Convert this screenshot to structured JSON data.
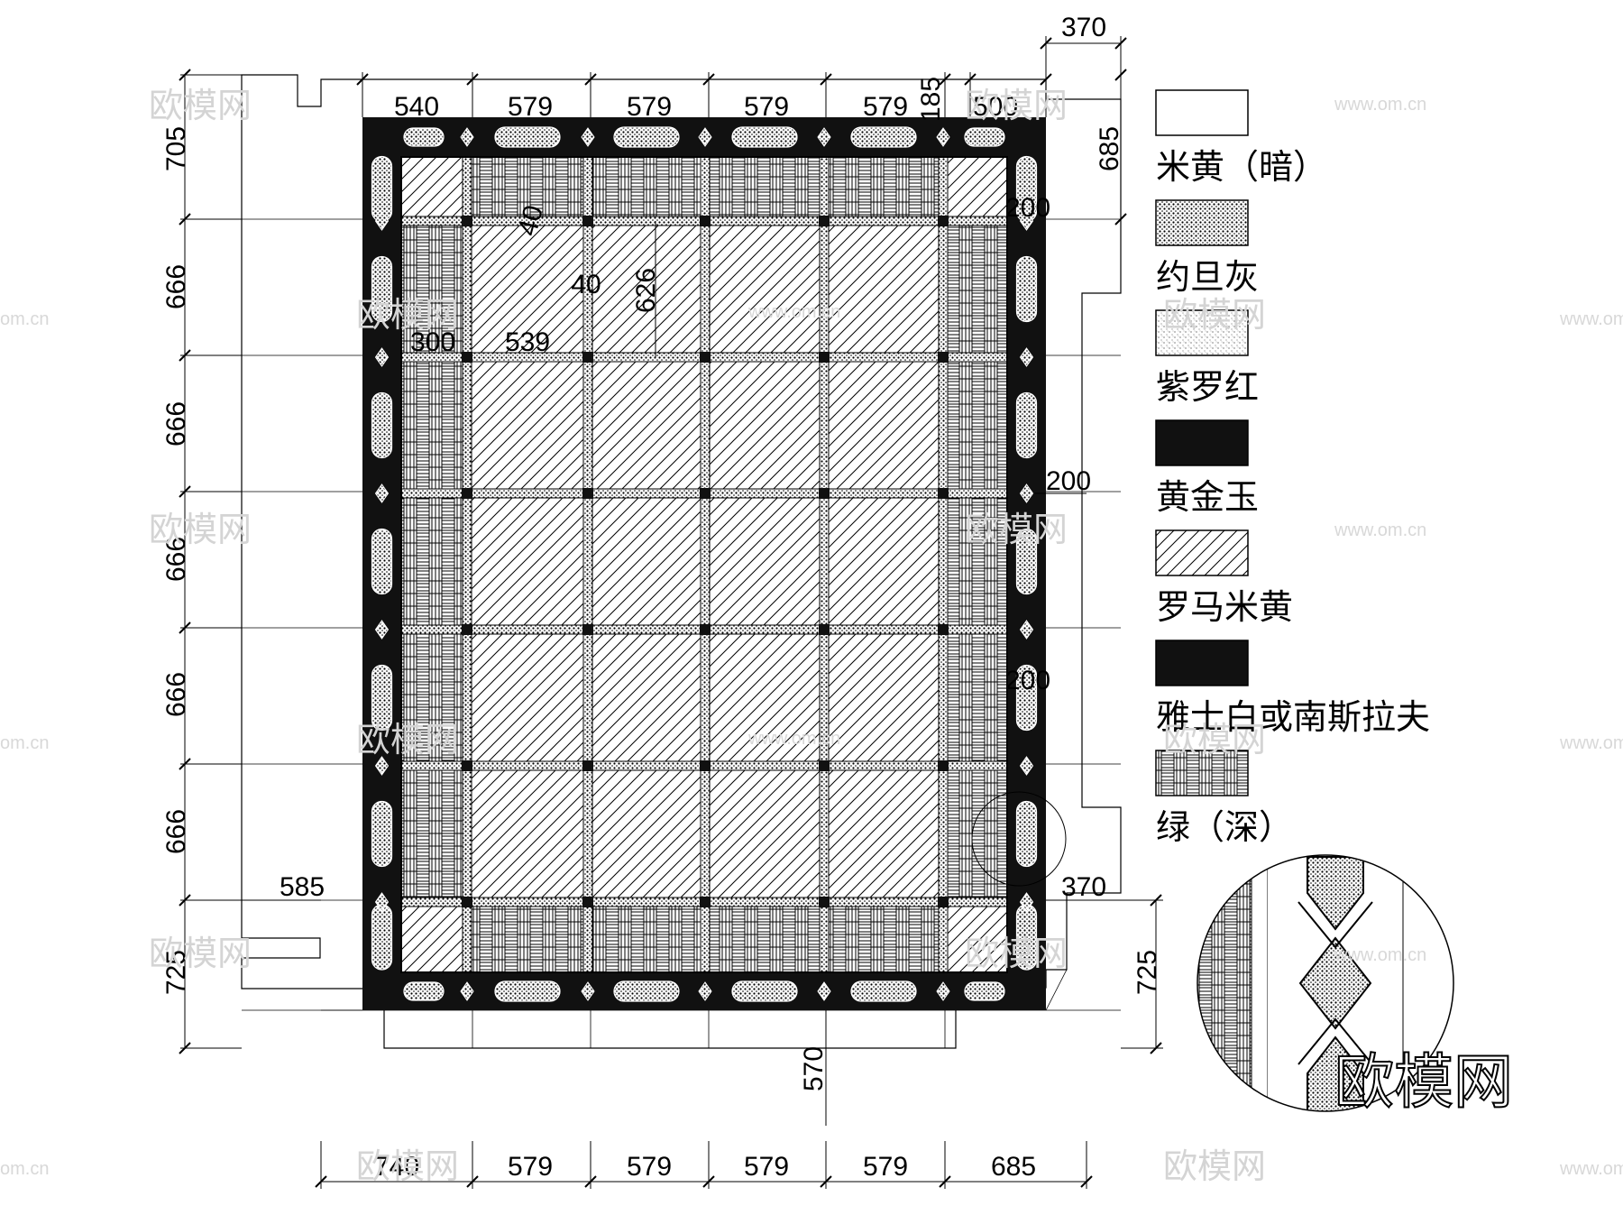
{
  "colors": {
    "line": "#000000",
    "dark_stone": "#111111",
    "watermark": "#d4d4d4"
  },
  "dimensions": {
    "top": [
      "540",
      "579",
      "579",
      "579",
      "579",
      "185",
      "500"
    ],
    "top_outer": "370",
    "left": [
      "705",
      "666",
      "666",
      "666",
      "666",
      "666",
      "725"
    ],
    "right_top": "685",
    "right_bottom": "725",
    "bottom": [
      "740",
      "579",
      "579",
      "579",
      "579",
      "685"
    ],
    "inner_40a": "40",
    "inner_40b": "40",
    "inner_626": "626",
    "inner_539": "539",
    "inner_300": "300",
    "inner_200_top": "200",
    "inner_200_mid": "200",
    "inner_200_low": "200",
    "side_585": "585",
    "side_370": "370",
    "bottom_570": "570"
  },
  "legend": [
    {
      "label": "米黄（暗）",
      "pattern": "blank"
    },
    {
      "label": "约旦灰",
      "pattern": "dots-dense"
    },
    {
      "label": "紫罗红",
      "pattern": "dots-fine"
    },
    {
      "label": "黄金玉",
      "pattern": "solid"
    },
    {
      "label": "罗马米黄",
      "pattern": "diagonal"
    },
    {
      "label": "雅士白或南斯拉夫",
      "pattern": "solid"
    },
    {
      "label": "绿（深）",
      "pattern": "basket"
    }
  ],
  "watermark": {
    "brand": "欧模网",
    "url": "www.om.cn",
    "url_short": "om.cn"
  }
}
